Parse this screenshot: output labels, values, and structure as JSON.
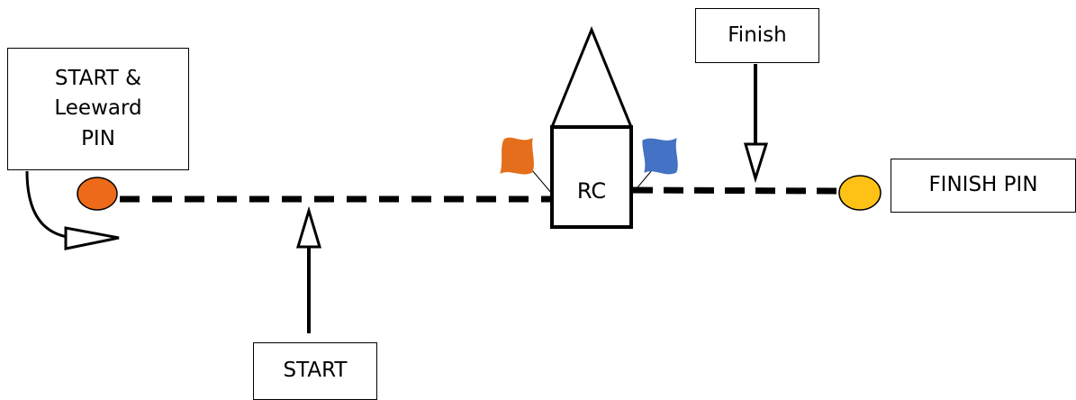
{
  "labels": {
    "start_leeward": [
      "START &",
      "Leeward",
      "PIN"
    ],
    "finish": "Finish",
    "finish_pin": "FINISH PIN",
    "start": "START",
    "rc": "RC"
  },
  "colors": {
    "start_pin": "#ec6a1a",
    "finish_pin": "#fdc215",
    "orange_flag": "#e46e1c",
    "blue_flag": "#4472c4",
    "line": "#000000"
  }
}
